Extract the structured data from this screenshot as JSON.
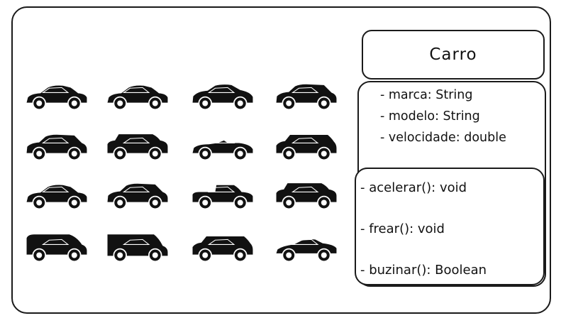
{
  "class_diagram": {
    "class_name": "Carro",
    "attributes": [
      "- marca: String",
      "- modelo: String",
      "- velocidade: double"
    ],
    "methods": [
      "- acelerar(): void",
      "- frear(): void",
      "- buzinar(): Boolean"
    ]
  },
  "car_icons": [
    "sedan-icon",
    "sedan-icon",
    "sport-sedan-icon",
    "hatchback-icon",
    "hatchback-icon",
    "suv-icon",
    "convertible-icon",
    "station-wagon-icon",
    "sedan-icon",
    "hatchback-icon",
    "pickup-icon",
    "suv-icon",
    "minivan-icon",
    "cargo-van-icon",
    "station-wagon-icon",
    "coupe-icon"
  ],
  "colors": {
    "ink": "#111111",
    "background": "#ffffff"
  }
}
